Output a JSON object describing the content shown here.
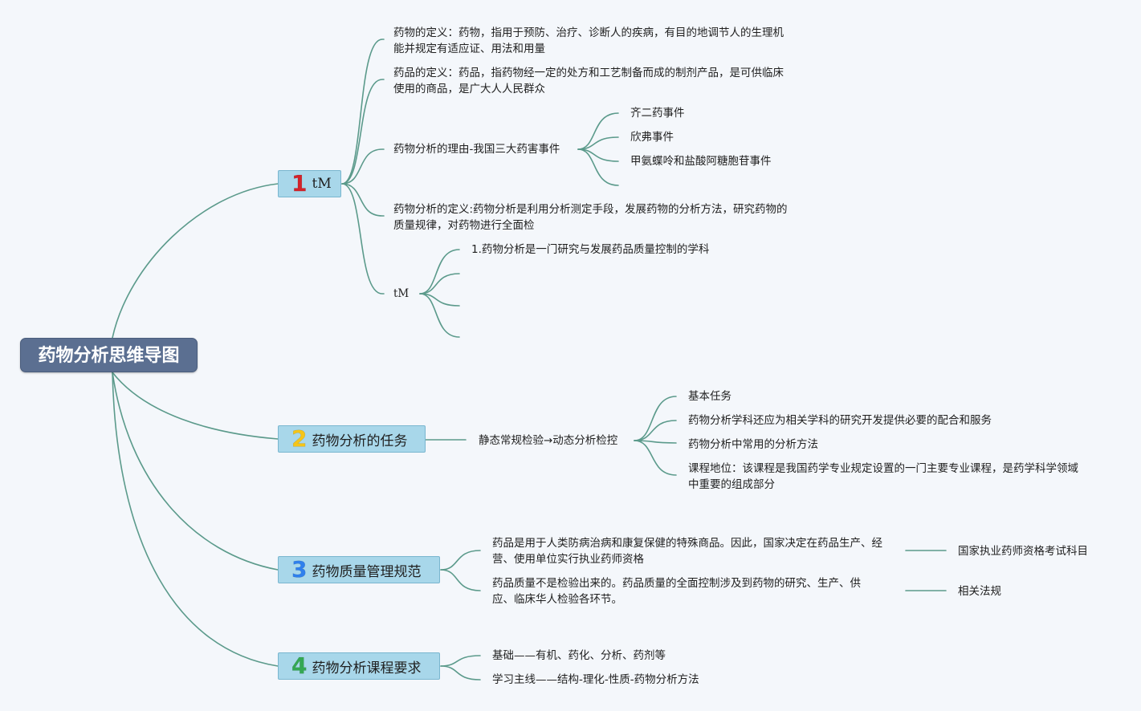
{
  "root": {
    "title": "药物分析思维导图"
  },
  "colors": {
    "root_bg": "#5b6f91",
    "branch_bg": "#a8d7ea",
    "line": "#5b9a8b",
    "num1": "#d2232a",
    "num2": "#f5c518",
    "num3": "#2f80ed",
    "num4": "#34a853"
  },
  "branches": [
    {
      "number": "1",
      "label": "tM",
      "children": [
        {
          "text": "药物的定义：药物，指用于预防、治疗、诊断人的疾病，有目的地调节人的生理机能并规定有适应证、用法和用量"
        },
        {
          "text": "药品的定义：药品，指药物经一定的处方和工艺制备而成的制剂产品，是可供临床使用的商品，是广大人人民群众"
        },
        {
          "text": "药物分析的理由-我国三大药害事件",
          "children": [
            "齐二药事件",
            "欣弗事件",
            "甲氨蝶呤和盐酸阿糖胞苷事件"
          ]
        },
        {
          "text": "药物分析的定义:药物分析是利用分析测定手段，发展药物的分析方法，研究药物的质量规律，对药物进行全面检"
        },
        {
          "text": "tM",
          "children": [
            "1.药物分析是一门研究与发展药品质量控制的学科",
            "",
            "",
            ""
          ]
        }
      ]
    },
    {
      "number": "2",
      "label": "药物分析的任务",
      "children": [
        {
          "text": "静态常规检验→动态分析检控",
          "children": [
            "基本任务",
            "药物分析学科还应为相关学科的研究开发提供必要的配合和服务",
            "药物分析中常用的分析方法",
            "课程地位：该课程是我国药学专业规定设置的一门主要专业课程，是药学科学领域中重要的组成部分"
          ]
        }
      ]
    },
    {
      "number": "3",
      "label": "药物质量管理规范",
      "children": [
        {
          "text": "药品是用于人类防病治病和康复保健的特殊商品。因此，国家决定在药品生产、经营、使用单位实行执业药师资格",
          "children": [
            "国家执业药师资格考试科目"
          ]
        },
        {
          "text": "药品质量不是检验出来的。药品质量的全面控制涉及到药物的研究、生产、供应、临床华人检验各环节。",
          "children": [
            "相关法规"
          ]
        }
      ]
    },
    {
      "number": "4",
      "label": "药物分析课程要求",
      "children": [
        {
          "text": "基础——有机、药化、分析、药剂等"
        },
        {
          "text": "学习主线——结构-理化-性质-药物分析方法"
        }
      ]
    }
  ]
}
